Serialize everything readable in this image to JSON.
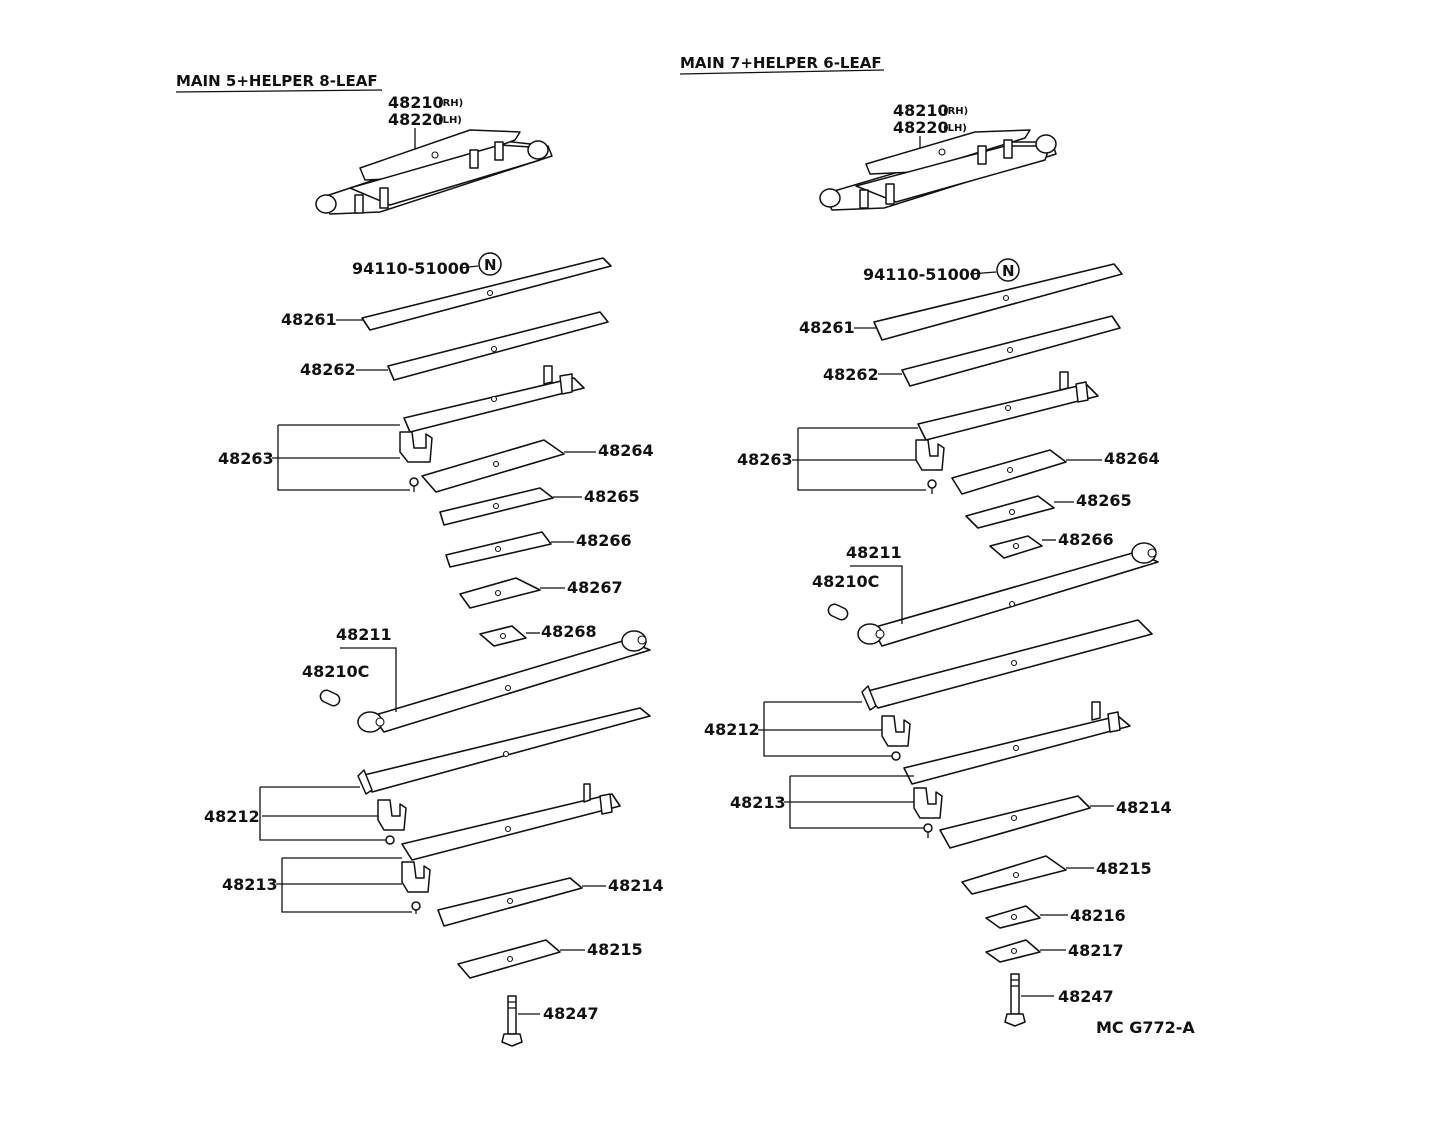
{
  "left": {
    "title": "MAIN 5+HELPER 8-LEAF",
    "assy_rh": "48210",
    "assy_rh_suffix": "(RH)",
    "assy_lh": "48220",
    "assy_lh_suffix": "(LH)",
    "nut": "94110-51000",
    "nut_mark": "N",
    "p48261": "48261",
    "p48262": "48262",
    "p48263": "48263",
    "p48264": "48264",
    "p48265": "48265",
    "p48266": "48266",
    "p48267": "48267",
    "p48268": "48268",
    "p48211": "48211",
    "p48210c": "48210C",
    "p48212": "48212",
    "p48213": "48213",
    "p48214": "48214",
    "p48215": "48215",
    "p48247": "48247"
  },
  "right": {
    "title": "MAIN 7+HELPER 6-LEAF",
    "assy_rh": "48210",
    "assy_rh_suffix": "(RH)",
    "assy_lh": "48220",
    "assy_lh_suffix": "(LH)",
    "nut": "94110-51000",
    "nut_mark": "N",
    "p48261": "48261",
    "p48262": "48262",
    "p48263": "48263",
    "p48264": "48264",
    "p48265": "48265",
    "p48266": "48266",
    "p48211": "48211",
    "p48210c": "48210C",
    "p48212": "48212",
    "p48213": "48213",
    "p48214": "48214",
    "p48215": "48215",
    "p48216": "48216",
    "p48217": "48217",
    "p48247": "48247"
  },
  "figure_code": "MC G772-A"
}
